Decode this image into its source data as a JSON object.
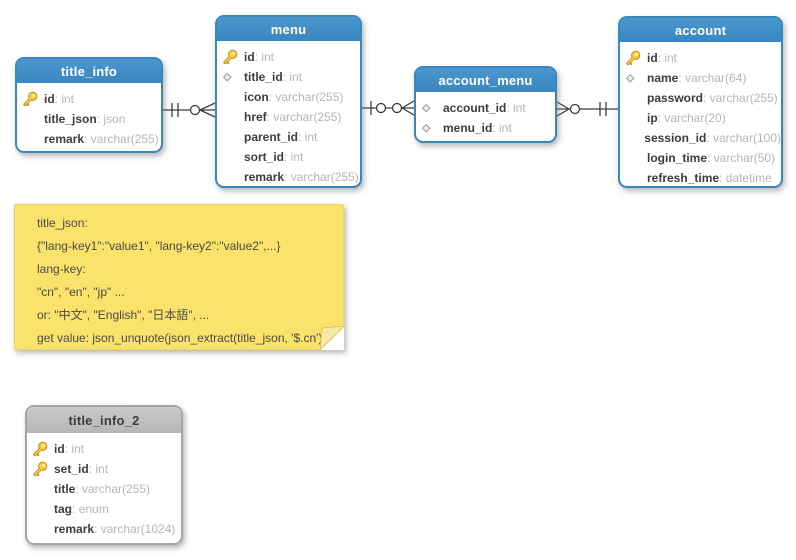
{
  "diagram": {
    "accent_blue": "#3a87c0",
    "accent_gray": "#bdbdbd",
    "note_yellow": "#fbe26a",
    "tables": {
      "title_info": {
        "title": "title_info",
        "fields": [
          {
            "icon": "key",
            "name": "id",
            "type": ": int"
          },
          {
            "icon": "none",
            "name": "title_json",
            "type": ": json"
          },
          {
            "icon": "none",
            "name": "remark",
            "type": ": varchar(255)"
          }
        ]
      },
      "menu": {
        "title": "menu",
        "fields": [
          {
            "icon": "key",
            "name": "id",
            "type": ": int"
          },
          {
            "icon": "diamond",
            "name": "title_id",
            "type": ": int"
          },
          {
            "icon": "none",
            "name": "icon",
            "type": ": varchar(255)"
          },
          {
            "icon": "none",
            "name": "href",
            "type": ": varchar(255)"
          },
          {
            "icon": "none",
            "name": "parent_id",
            "type": ": int"
          },
          {
            "icon": "none",
            "name": "sort_id",
            "type": ": int"
          },
          {
            "icon": "none",
            "name": "remark",
            "type": ": varchar(255)"
          }
        ]
      },
      "account_menu": {
        "title": "account_menu",
        "fields": [
          {
            "icon": "diamond",
            "name": "account_id",
            "type": ": int"
          },
          {
            "icon": "diamond",
            "name": "menu_id",
            "type": ": int"
          }
        ]
      },
      "account": {
        "title": "account",
        "fields": [
          {
            "icon": "key",
            "name": "id",
            "type": ": int"
          },
          {
            "icon": "diamond",
            "name": "name",
            "type": ": varchar(64)"
          },
          {
            "icon": "none",
            "name": "password",
            "type": ": varchar(255)"
          },
          {
            "icon": "none",
            "name": "ip",
            "type": ": varchar(20)"
          },
          {
            "icon": "none",
            "name": "session_id",
            "type": ": varchar(100)"
          },
          {
            "icon": "none",
            "name": "login_time",
            "type": ": varchar(50)"
          },
          {
            "icon": "none",
            "name": "refresh_time",
            "type": ": datetime"
          }
        ]
      },
      "title_info_2": {
        "title": "title_info_2",
        "fields": [
          {
            "icon": "key",
            "name": "id",
            "type": ": int"
          },
          {
            "icon": "key",
            "name": "set_id",
            "type": ": int"
          },
          {
            "icon": "none",
            "name": "title",
            "type": ": varchar(255)"
          },
          {
            "icon": "none",
            "name": "tag",
            "type": ": enum"
          },
          {
            "icon": "none",
            "name": "remark",
            "type": ": varchar(1024)"
          }
        ]
      }
    },
    "relationships": [
      {
        "from": "title_info",
        "to": "menu",
        "from_end": "one (||)",
        "to_end": "zero-or-many (o<)"
      },
      {
        "from": "menu",
        "to": "account_menu",
        "from_end": "one-zero (|o)",
        "to_end": "zero-or-many (o<)"
      },
      {
        "from": "account_menu",
        "to": "account",
        "from_end": "zero-or-many (>o)",
        "to_end": "one (||)"
      }
    ],
    "note": {
      "lines": [
        "title_json:",
        "{\"lang-key1\":\"value1\", \"lang-key2\":\"value2\",...}",
        "lang-key:",
        "\"cn\", \"en\", \"jp\" ...",
        "or: \"中文\", \"English\", \"日本語\", ...",
        "get value: json_unquote(json_extract(title_json, '$.cn')"
      ]
    }
  }
}
